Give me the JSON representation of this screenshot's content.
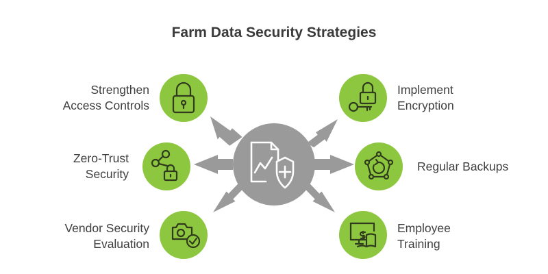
{
  "title": "Farm Data Security Strategies",
  "colors": {
    "node_fill": "#8dc63f",
    "node_stroke": "#2f3b1c",
    "hub_fill": "#9a9a9a",
    "arrow_fill": "#9a9a9a"
  },
  "center": {
    "icon": "document-chart-shield-icon"
  },
  "strategies": [
    {
      "lines": [
        "Strengthen",
        "Access Controls"
      ],
      "icon": "padlock-icon",
      "side": "left"
    },
    {
      "lines": [
        "Zero-Trust",
        "Security"
      ],
      "icon": "share-network-lock-icon",
      "side": "left"
    },
    {
      "lines": [
        "Vendor Security",
        "Evaluation"
      ],
      "icon": "camera-check-icon",
      "side": "left"
    },
    {
      "lines": [
        "Implement",
        "Encryption"
      ],
      "icon": "key-lock-icon",
      "side": "right"
    },
    {
      "lines": [
        "Regular Backups"
      ],
      "icon": "backup-cycle-icon",
      "side": "right"
    },
    {
      "lines": [
        "Employee",
        "Training"
      ],
      "icon": "monitor-book-icon",
      "side": "right"
    }
  ]
}
